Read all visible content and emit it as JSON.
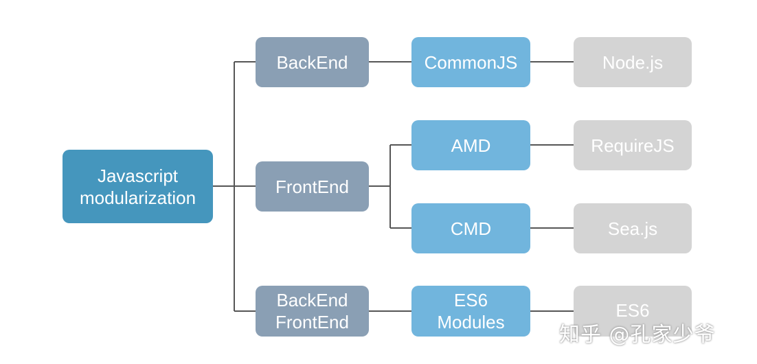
{
  "diagram": {
    "root": {
      "line1": "Javascript",
      "line2": "modularization"
    },
    "env_backend": {
      "label": "BackEnd"
    },
    "env_frontend": {
      "label": "FrontEnd"
    },
    "env_both": {
      "line1": "BackEnd",
      "line2": "FrontEnd"
    },
    "spec_commonjs": {
      "label": "CommonJS"
    },
    "spec_amd": {
      "label": "AMD"
    },
    "spec_cmd": {
      "label": "CMD"
    },
    "spec_es6": {
      "line1": "ES6",
      "line2": "Modules"
    },
    "impl_node": {
      "label": "Node.js"
    },
    "impl_requirejs": {
      "label": "RequireJS"
    },
    "impl_seajs": {
      "label": "Sea.js"
    },
    "impl_es6": {
      "label": "ES6"
    }
  },
  "colors": {
    "root": "#4596bd",
    "environment": "#8a9fb4",
    "specification": "#71b5dd",
    "implementation": "#d4d4d4",
    "connector": "#555555"
  },
  "watermark": {
    "text": "知乎 @孔家少爷"
  }
}
